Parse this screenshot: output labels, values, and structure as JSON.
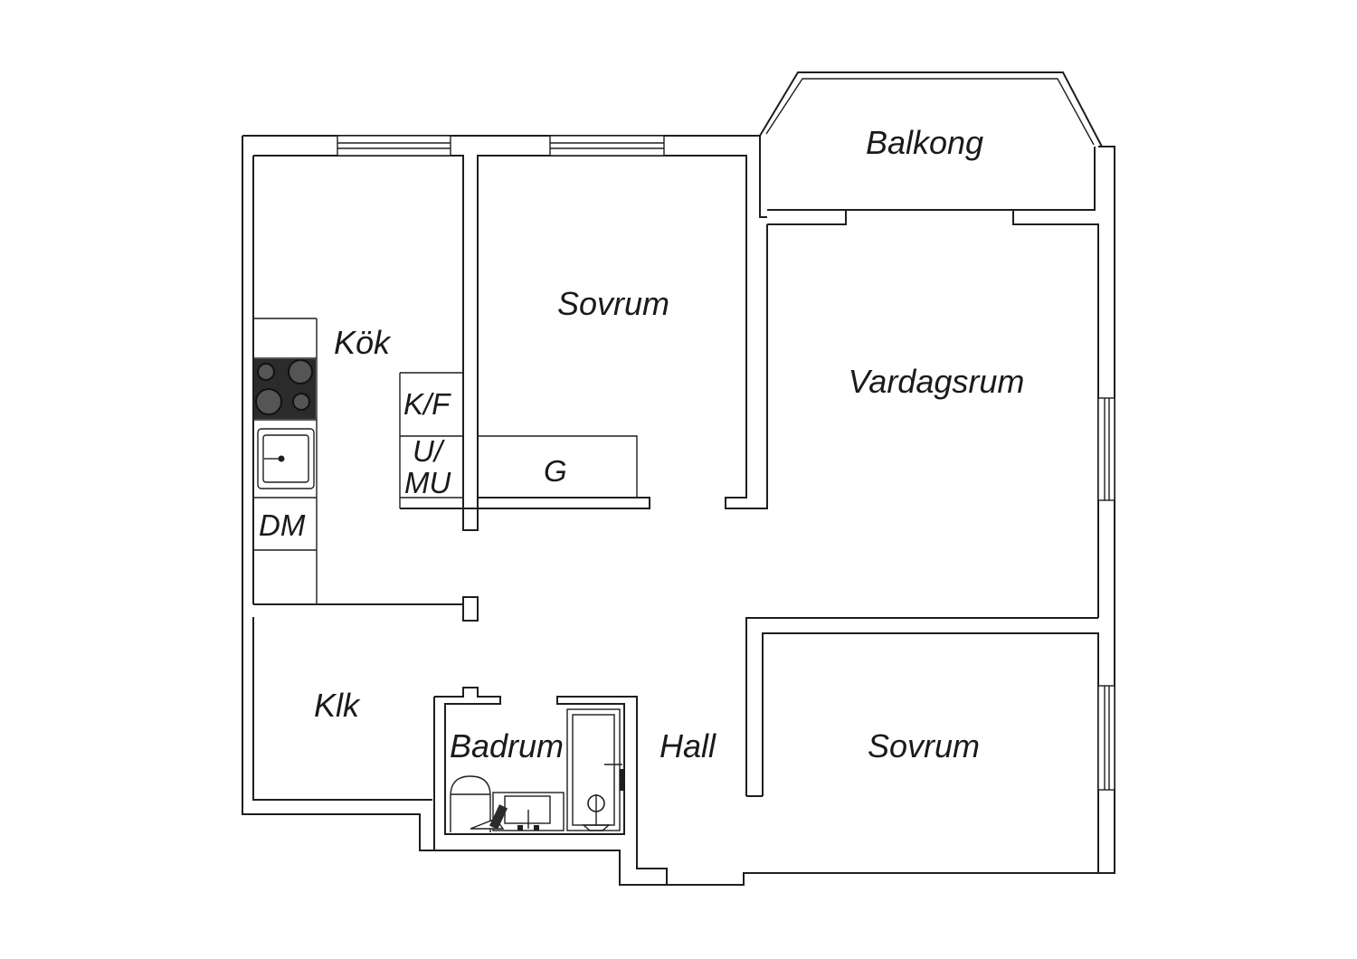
{
  "rooms": {
    "balkong": "Balkong",
    "kok": "Kök",
    "sovrum_top": "Sovrum",
    "vardagsrum": "Vardagsrum",
    "klk": "Klk",
    "badrum": "Badrum",
    "hall": "Hall",
    "sovrum_bottom": "Sovrum"
  },
  "fixtures": {
    "kf": "K/F",
    "umu_line1": "U/",
    "umu_line2": "MU",
    "g": "G",
    "dm": "DM"
  }
}
